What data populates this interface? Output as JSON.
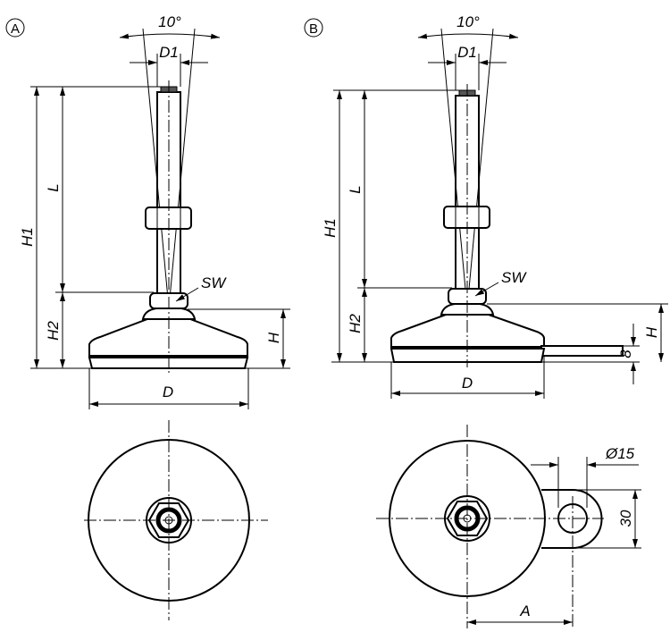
{
  "views": {
    "A": {
      "label": "A",
      "dims": {
        "angle": "10°",
        "d1": "D1",
        "h1": "H1",
        "l": "L",
        "h2": "H2",
        "h": "H",
        "d": "D",
        "sw": "SW"
      }
    },
    "B": {
      "label": "B",
      "dims": {
        "angle": "10°",
        "d1": "D1",
        "h1": "H1",
        "l": "L",
        "h2": "H2",
        "h": "H",
        "d": "D",
        "sw": "SW",
        "tab_thickness": "8",
        "hole_diameter": "Ø15",
        "tab_width": "30",
        "a": "A"
      }
    }
  }
}
